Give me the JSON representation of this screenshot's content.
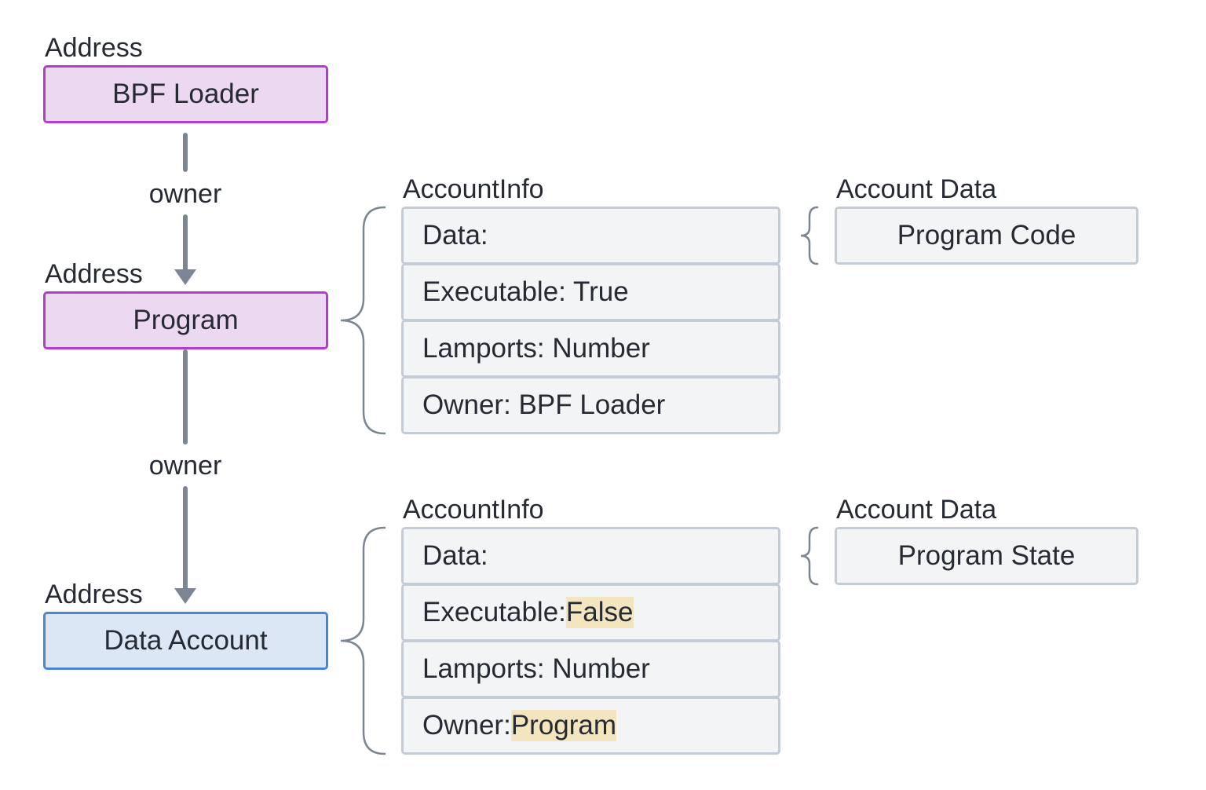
{
  "address_label": "Address",
  "owner_label": "owner",
  "nodes": {
    "bpf_loader": "BPF Loader",
    "program": "Program",
    "data_account": "Data Account"
  },
  "program_info": {
    "title": "AccountInfo",
    "data": "Data:",
    "executable": "Executable: True",
    "lamports": "Lamports: Number",
    "owner": "Owner: BPF Loader"
  },
  "program_data": {
    "title": "Account Data",
    "content": "Program Code"
  },
  "data_info": {
    "title": "AccountInfo",
    "data": "Data:",
    "executable_label": "Executable:",
    "executable_value": "False",
    "lamports": "Lamports: Number",
    "owner_label": "Owner:",
    "owner_value": "Program"
  },
  "data_data": {
    "title": "Account Data",
    "content": "Program State"
  },
  "colors": {
    "program_node": "#edd8f2",
    "program_border": "#b33fc8",
    "data_node": "#dbe7f5",
    "data_border": "#4a86d6",
    "highlight": "#f3e6bf",
    "connector": "#7b8594"
  }
}
